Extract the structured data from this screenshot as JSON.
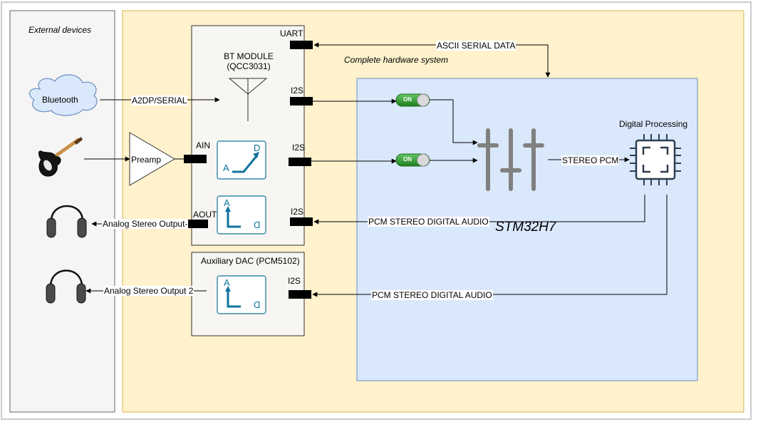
{
  "external_devices": {
    "title": "External devices"
  },
  "system": {
    "title": "Complete hardware system"
  },
  "bt_module": {
    "title_line1": "BT MODULE",
    "title_line2": "(QCC3031)"
  },
  "aux_dac": {
    "title": "Auxiliary DAC (PCM5102)"
  },
  "mcu": {
    "name": "STM32H7",
    "processing_label": "Digital Processing"
  },
  "pins": {
    "uart": "UART",
    "i2s": "I2S",
    "ain": "AIN",
    "aout": "AOUT"
  },
  "devices": {
    "bluetooth": "Bluetooth",
    "preamp": "Preamp"
  },
  "connections": {
    "ascii_serial": "ASCII SERIAL DATA",
    "a2dp": "A2DP/SERIAL",
    "stereo_pcm": "STEREO PCM",
    "pcm_audio": "PCM STEREO DIGITAL AUDIO",
    "analog_out_1": "Analog Stereo Output",
    "analog_out_2": "Analog Stereo Output 2"
  },
  "switches": {
    "on_label": "ON"
  },
  "converter_letters": {
    "a": "A",
    "d": "D"
  },
  "colors": {
    "system_fill": "#fff2cc",
    "system_stroke": "#d6b656",
    "external_fill": "#f5f5f5",
    "mcu_fill": "#dae8fc",
    "mcu_stroke": "#6c8ebf",
    "module_fill": "#f8f6f2",
    "pin_fill": "#000000",
    "switch_green": "#2e9a2e",
    "fader_gray": "#808080",
    "icon_stroke": "#10739e",
    "chip_stroke": "#2d3e50"
  }
}
